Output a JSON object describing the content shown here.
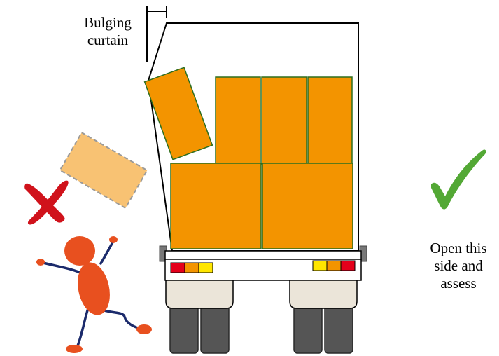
{
  "labels": {
    "bulging_curtain": [
      "Bulging",
      "curtain"
    ],
    "open_side": [
      "Open this",
      "side and",
      "assess"
    ]
  },
  "icons": {
    "check": "check-icon",
    "cross": "cross-icon"
  },
  "colors": {
    "box_fill": "#f39400",
    "box_stroke": "#2d6e1f",
    "falling_box_fill": "#f8c273",
    "falling_box_stroke": "#9a9a9a",
    "check": "#53a835",
    "cross": "#d0121b",
    "person_body": "#e8501f",
    "person_limbs": "#1b2a6b",
    "tyre": "#555555",
    "mudflap": "#ebe5d9",
    "light_red": "#e4001b",
    "light_orange": "#f39400",
    "light_yellow": "#ffe600"
  }
}
